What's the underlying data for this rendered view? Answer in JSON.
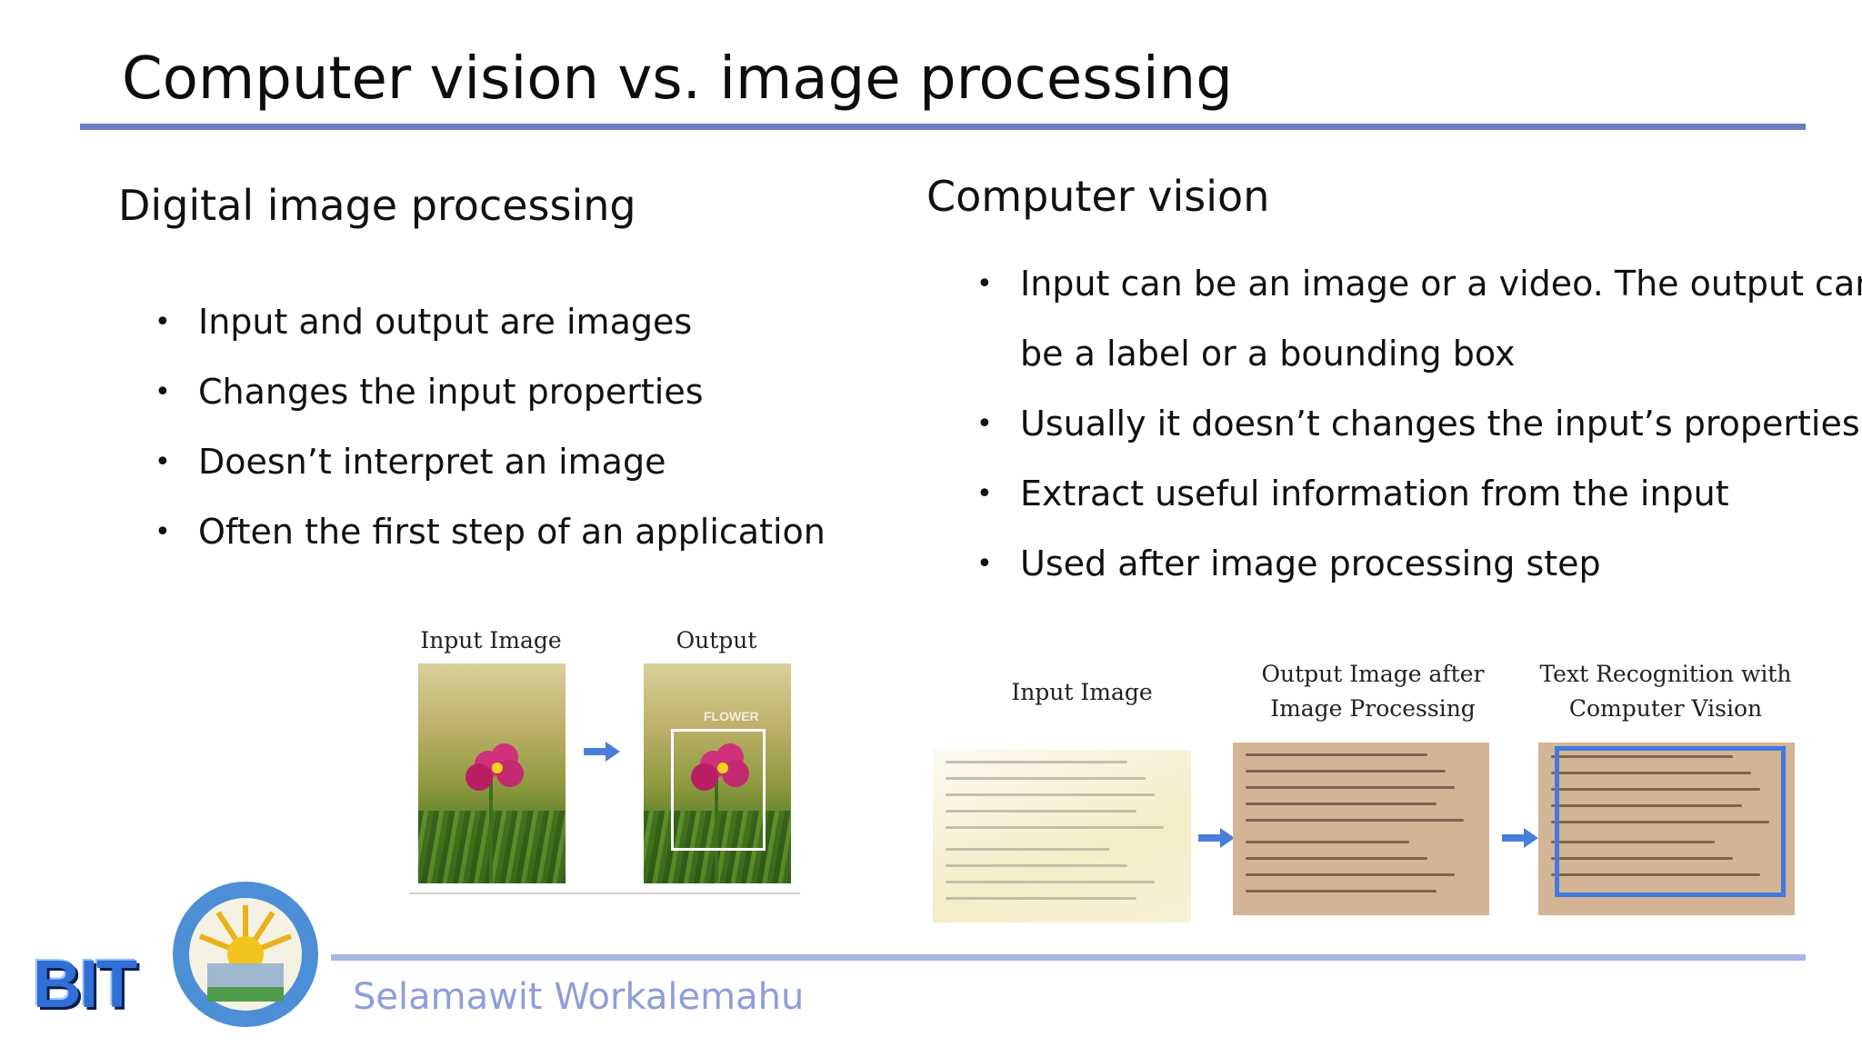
{
  "slide": {
    "title": "Computer vision vs. image processing",
    "author": "Selamawit Workalemahu",
    "accent_color": "#6b7ec0",
    "footer_color": "#a9b5e3"
  },
  "left": {
    "heading": "Digital image processing",
    "bullets": [
      "Input and output are images",
      "Changes the input properties",
      "Doesn’t interpret an image",
      "Often the first step of an application"
    ],
    "figure": {
      "input_caption": "Input Image",
      "output_caption": "Output",
      "box_label": "FLOWER"
    }
  },
  "right": {
    "heading": "Computer vision",
    "bullets": [
      "Input can be an image or a video. The output can",
      "be a label or a bounding box",
      "Usually it doesn’t changes the input’s properties",
      "Extract useful information from the input",
      "Used after image processing step"
    ],
    "figure": {
      "input_caption": "Input Image",
      "middle_caption_line1": "Output Image after",
      "middle_caption_line2": "Image Processing",
      "right_caption_line1": "Text Recognition with",
      "right_caption_line2": "Computer Vision"
    }
  },
  "logos": {
    "bit_text": "BIT",
    "seal_icon": "university-seal-icon"
  }
}
